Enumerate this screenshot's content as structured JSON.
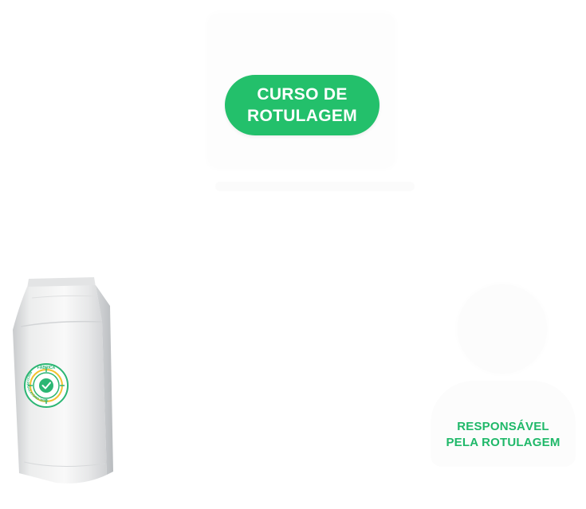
{
  "course_badge": {
    "line1": "CURSO DE",
    "line2": "ROTULAGEM",
    "color": "#23c06b"
  },
  "product_bag": {
    "seal_top_text": "FÁBRICA",
    "seal_ring_text": "RISCO REGULATÓRIO ZERO",
    "seal_icon": "check-icon",
    "accent_colors": [
      "#2bb673",
      "#f2c230"
    ]
  },
  "responsible": {
    "line1": "RESPONSÁVEL",
    "line2": "PELA ROTULAGEM",
    "color": "#1fb869"
  }
}
